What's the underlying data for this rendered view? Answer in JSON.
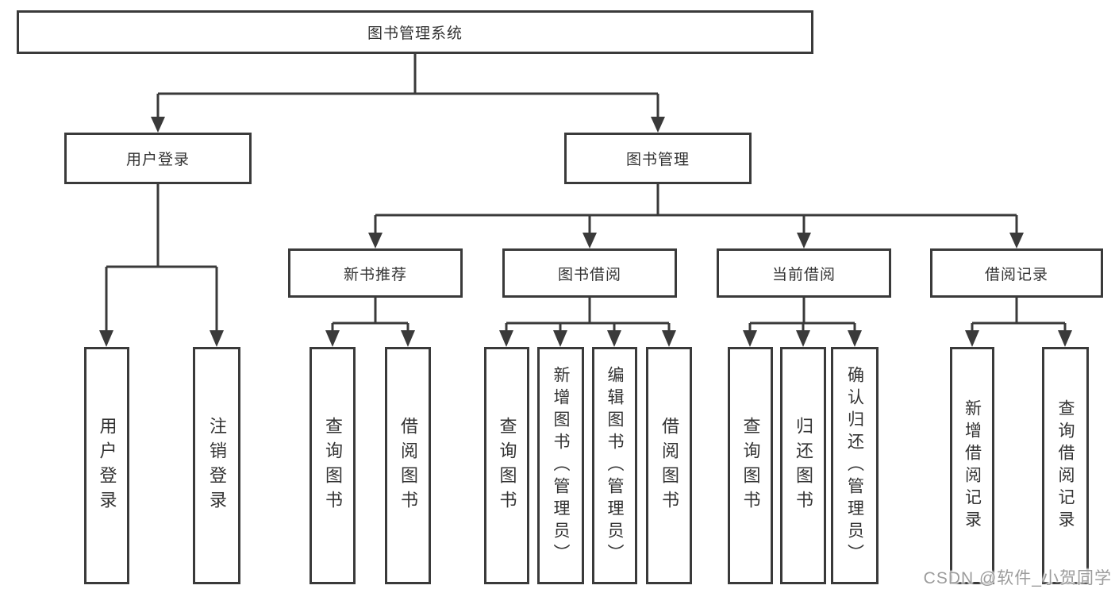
{
  "nodes": {
    "root": {
      "label": "图书管理系统"
    },
    "level2": [
      {
        "id": "user-login",
        "label": "用户登录"
      },
      {
        "id": "book-management",
        "label": "图书管理"
      }
    ],
    "level3": [
      {
        "id": "new-book-recommend",
        "label": "新书推荐"
      },
      {
        "id": "book-borrow",
        "label": "图书借阅"
      },
      {
        "id": "current-borrow",
        "label": "当前借阅"
      },
      {
        "id": "borrow-records",
        "label": "借阅记录"
      }
    ],
    "leaves": [
      {
        "parent": "用户登录",
        "label": "用户登录"
      },
      {
        "parent": "用户登录",
        "label": "注销登录"
      },
      {
        "parent": "新书推荐",
        "label": "查询图书"
      },
      {
        "parent": "新书推荐",
        "label": "借阅图书"
      },
      {
        "parent": "图书借阅",
        "label": "查询图书"
      },
      {
        "parent": "图书借阅",
        "label": "新增图书（管理员）"
      },
      {
        "parent": "图书借阅",
        "label": "编辑图书（管理员）"
      },
      {
        "parent": "图书借阅",
        "label": "借阅图书"
      },
      {
        "parent": "当前借阅",
        "label": "查询图书"
      },
      {
        "parent": "当前借阅",
        "label": "归还图书"
      },
      {
        "parent": "当前借阅",
        "label": "确认归还（管理员）"
      },
      {
        "parent": "借阅记录",
        "label": "新增借阅记录"
      },
      {
        "parent": "借阅记录",
        "label": "查询借阅记录"
      }
    ]
  },
  "watermark": {
    "text": "CSDN @软件_小贺同学"
  },
  "colors": {
    "line": "#3a3a3a",
    "box_border": "#3a3a3a",
    "text": "#333333",
    "background": "#ffffff",
    "watermark": "#9c9c9c"
  }
}
